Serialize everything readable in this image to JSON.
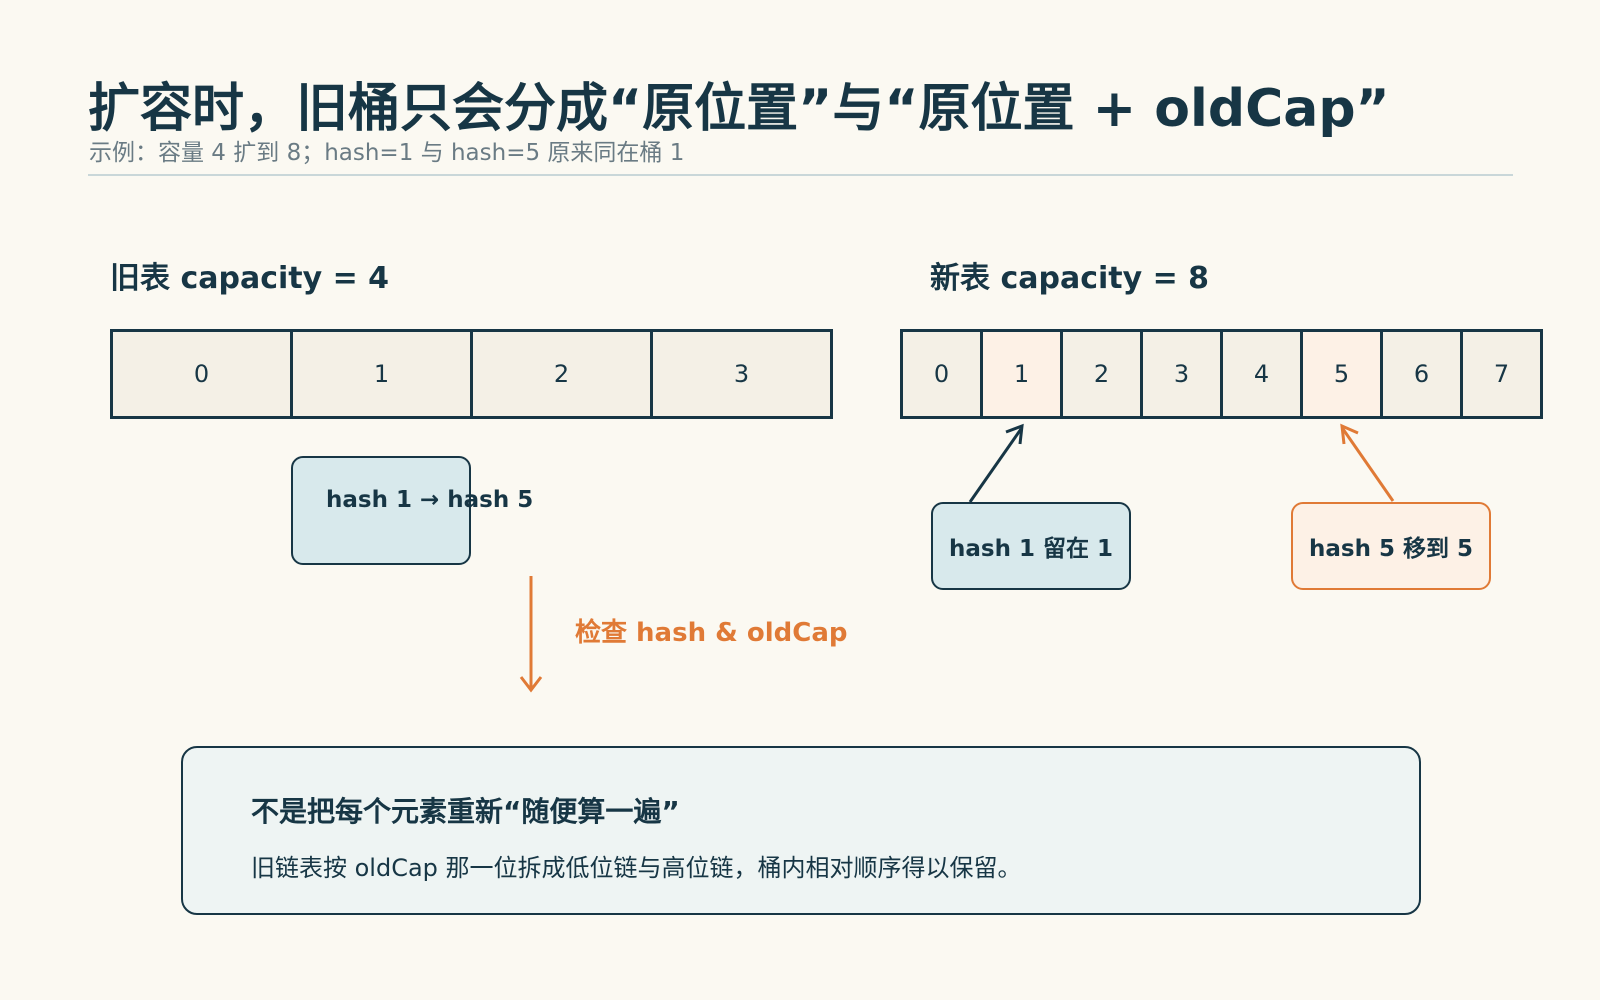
{
  "title": "扩容时，旧桶只会分成“原位置”与“原位置 + oldCap”",
  "subtitle": "示例：容量 4 扩到 8；hash=1 与 hash=5 原来同在桶 1",
  "old_table": {
    "label": "旧表  capacity = 4",
    "buckets": [
      "0",
      "1",
      "2",
      "3"
    ]
  },
  "new_table": {
    "label": "新表  capacity = 8",
    "buckets": [
      "0",
      "1",
      "2",
      "3",
      "4",
      "5",
      "6",
      "7"
    ],
    "highlighted": [
      1,
      5
    ]
  },
  "old_chip": "hash 1 → hash 5",
  "check_label": "检查 hash & oldCap",
  "stay_chip": "hash 1 留在 1",
  "move_chip": "hash 5 移到 5",
  "note": {
    "title": "不是把每个元素重新“随便算一遍”",
    "body": "旧链表按 oldCap 那一位拆成低位链与高位链，桶内相对顺序得以保留。"
  },
  "colors": {
    "ink": "#173645",
    "accent": "#e07a36",
    "teal_fill": "#d8e9ec",
    "peach_fill": "#fdf1e6",
    "background": "#fbf9f2"
  }
}
